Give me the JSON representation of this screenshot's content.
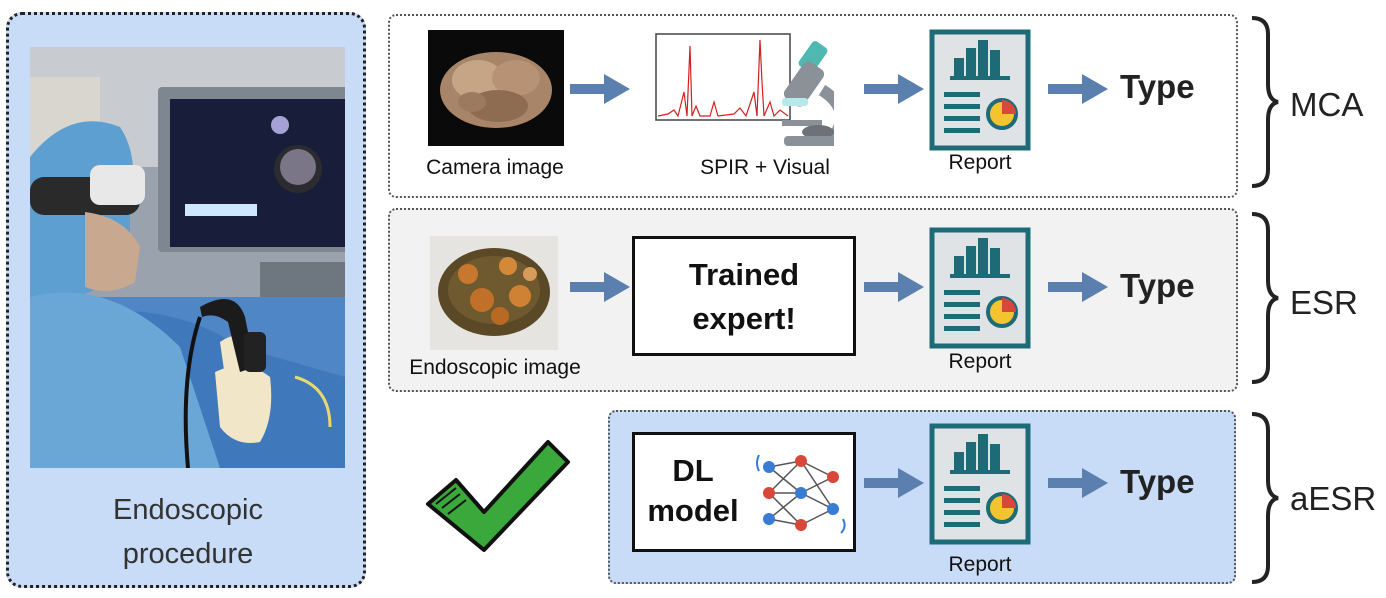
{
  "left": {
    "caption_line1": "Endoscopic",
    "caption_line2": "procedure"
  },
  "rows": [
    {
      "id": "mca",
      "input_label": "Camera image",
      "process_label": "SPIR + Visual",
      "report_label": "Report",
      "output_label": "Type",
      "side_label": "MCA"
    },
    {
      "id": "esr",
      "input_label": "Endoscopic image",
      "process_line1": "Trained",
      "process_line2": "expert!",
      "report_label": "Report",
      "output_label": "Type",
      "side_label": "ESR"
    },
    {
      "id": "aesr",
      "process_line1": "DL",
      "process_line2": "model",
      "report_label": "Report",
      "output_label": "Type",
      "side_label": "aESR"
    }
  ],
  "colors": {
    "arrow": "#5b7fae",
    "report_teal": "#1e6b78",
    "check_green": "#3aa83a",
    "panel_blue": "#c9dcf7",
    "row2_gray": "#f2f2f2"
  }
}
